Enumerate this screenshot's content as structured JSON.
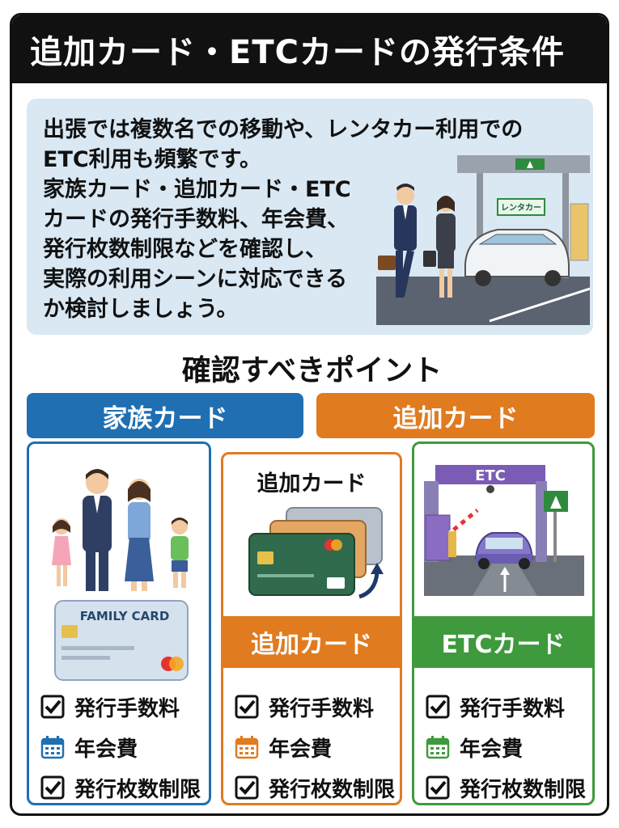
{
  "header": {
    "title": "追加カード・ETCカードの発行条件"
  },
  "intro": {
    "lines": [
      "出張では複数名での移動や、レンタカー利用での",
      "ETC利用も頻繁です。",
      "家族カード・追加カード・ETC",
      "カードの発行手数料、年会費、",
      "発行枚数制限などを確認し、",
      "実際の利用シーンに対応できる",
      "か検討しましょう。"
    ],
    "rental_sign": "レンタカー"
  },
  "points_title": "確認すべきポイント",
  "columns": {
    "family": {
      "header": "家族カード",
      "card_text": "FAMILY CARD",
      "color": "#1f6fb2",
      "items": [
        "発行手数料",
        "年会費",
        "発行枚数制限"
      ],
      "item_icons": [
        "checkbox-icon",
        "calendar-icon",
        "checkbox-icon"
      ]
    },
    "additional": {
      "header": "追加カード",
      "caption": "追加カード",
      "sub_header": "追加カード",
      "color": "#e07b1f",
      "items": [
        "発行手数料",
        "年会費",
        "発行枚数制限"
      ],
      "item_icons": [
        "checkbox-icon",
        "calendar-icon",
        "checkbox-icon"
      ]
    },
    "etc": {
      "gate_label": "ETC",
      "sub_header": "ETCカード",
      "color": "#3e9a3c",
      "items": [
        "発行手数料",
        "年会費",
        "発行枚数制限"
      ],
      "item_icons": [
        "checkbox-icon",
        "calendar-icon",
        "checkbox-icon"
      ]
    }
  }
}
